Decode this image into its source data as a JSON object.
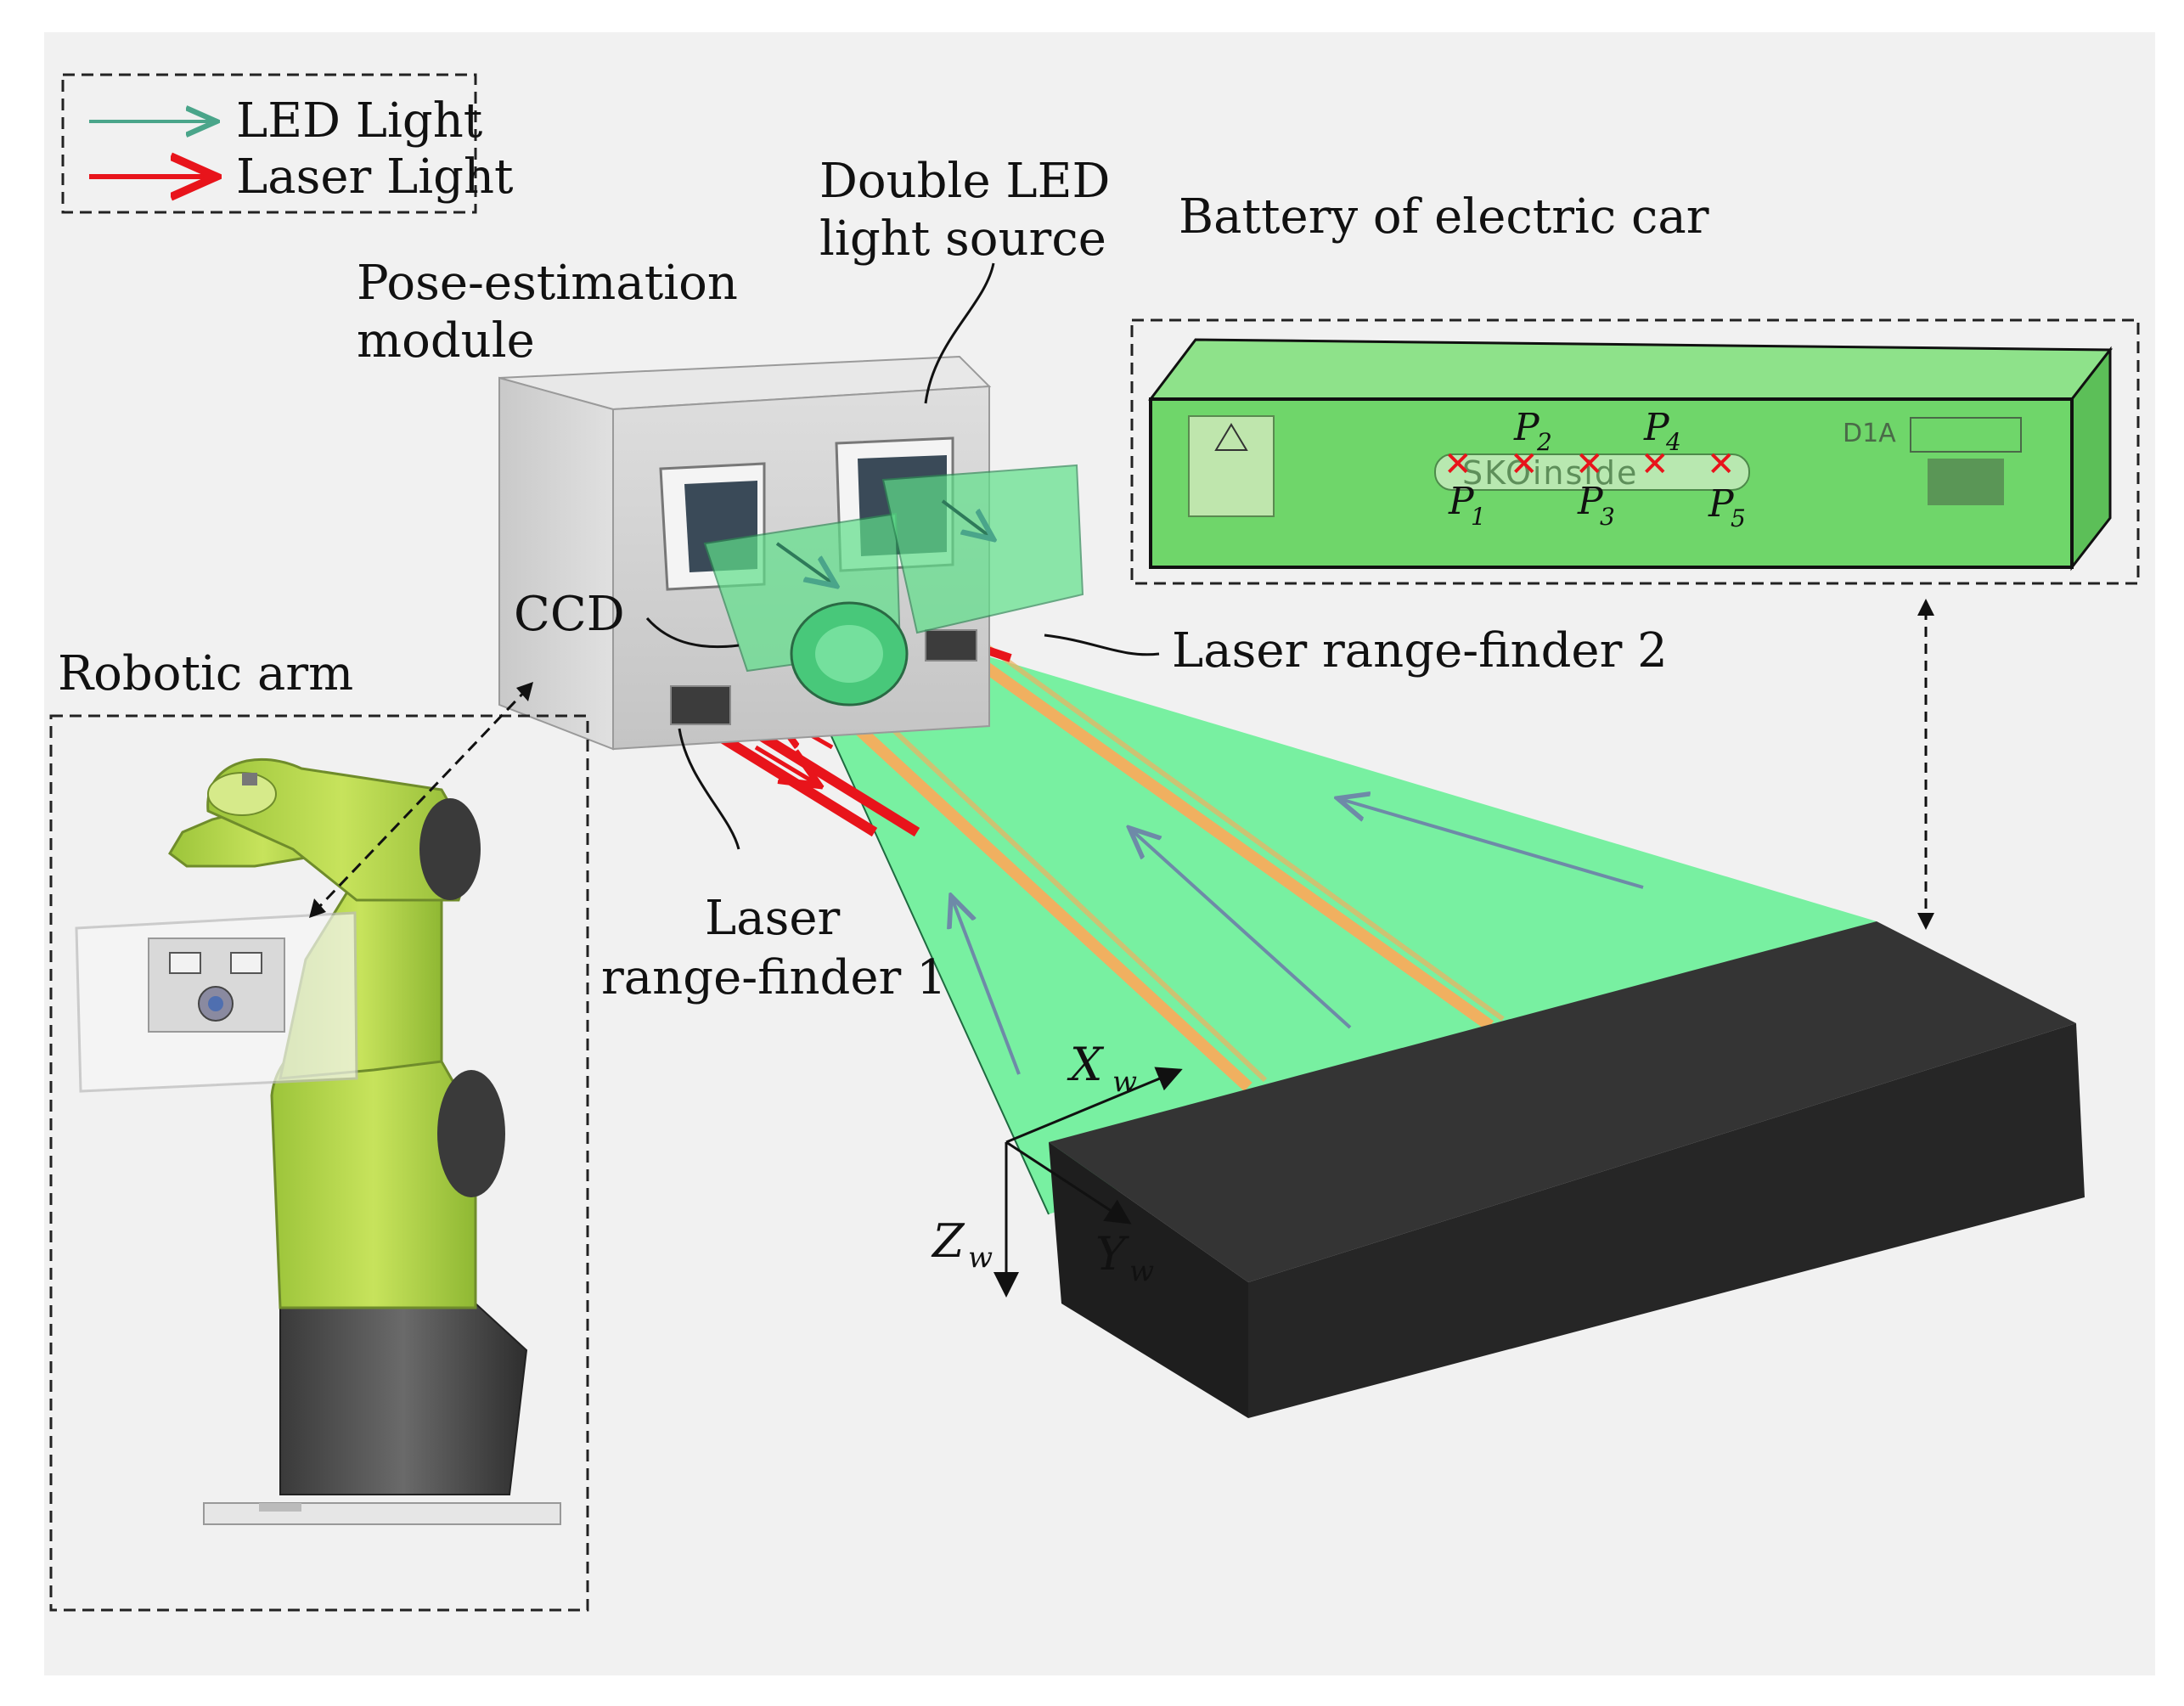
{
  "legend": {
    "led_label": "LED Light",
    "laser_label": "Laser Light"
  },
  "labels": {
    "pose_module": [
      "Pose-estimation",
      "module"
    ],
    "double_led": [
      "Double LED",
      "light source"
    ],
    "battery": "Battery of electric car",
    "ccd": "CCD",
    "laser_rf2": "Laser range-finder 2",
    "laser_rf1": [
      "Laser",
      "range-finder 1"
    ],
    "robotic_arm": "Robotic arm"
  },
  "battery_label": {
    "brand_text": "SKOinside",
    "code": "D1A"
  },
  "points": [
    {
      "name": "P",
      "sub": "1"
    },
    {
      "name": "P",
      "sub": "2"
    },
    {
      "name": "P",
      "sub": "3"
    },
    {
      "name": "P",
      "sub": "4"
    },
    {
      "name": "P",
      "sub": "5"
    }
  ],
  "axes": {
    "x": {
      "name": "X",
      "sub": "w"
    },
    "y": {
      "name": "Y",
      "sub": "w"
    },
    "z": {
      "name": "Z",
      "sub": "w"
    }
  },
  "colors": {
    "background": "#f1f1f1",
    "led_light": "#4aa58a",
    "laser_light": "#e8141b",
    "beam_fill": "#6ef09a",
    "battery_green": "#6fd66a",
    "battery_block": "#2a2a2a",
    "laser_on_beam": "#f0b060",
    "robot_green": "#b7dc4a"
  }
}
